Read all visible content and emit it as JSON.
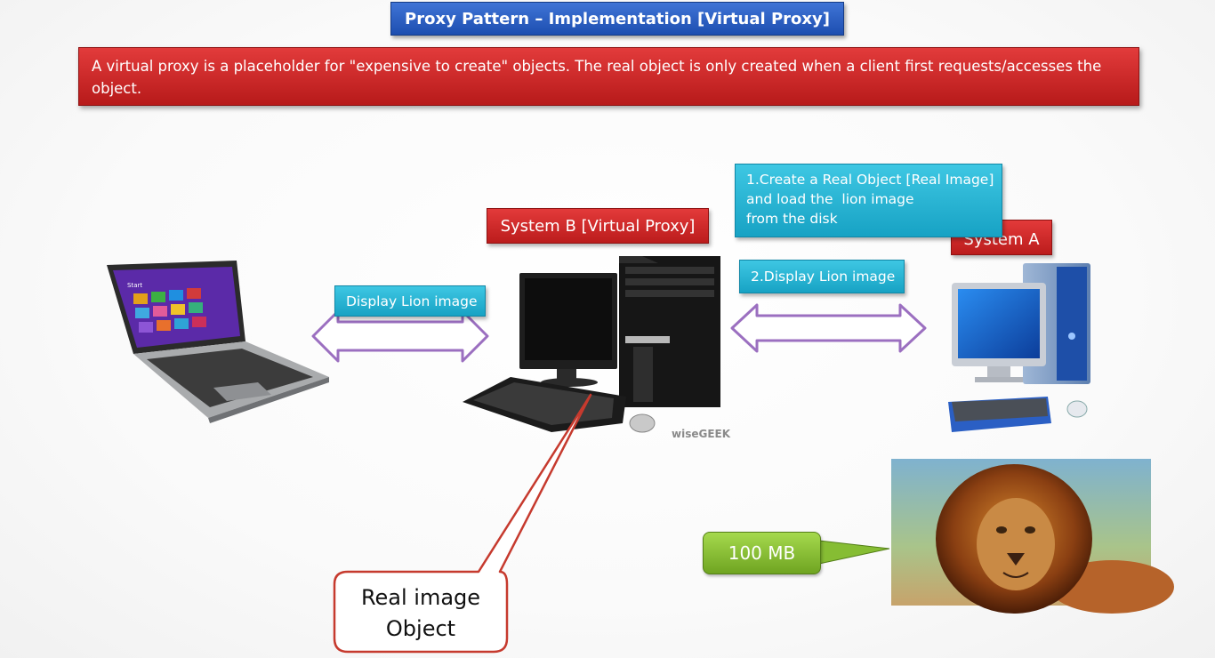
{
  "title": "Proxy Pattern – Implementation [Virtual Proxy]",
  "description": "A virtual proxy is a placeholder for \"expensive to create\" objects. The real object is only created when a client first requests/accesses the object.",
  "system_b_label": "System B [Virtual Proxy]",
  "system_a_label": "System A",
  "step1": {
    "line1": "1.Create a Real Object [Real Image]",
    "line2": "and load the  lion image",
    "line3": "from the disk"
  },
  "step2": "2.Display Lion image",
  "display_label": "Display Lion image",
  "size_label": "100 MB",
  "callout": {
    "line1": "Real image",
    "line2": "Object"
  },
  "watermark": "wiseGEEK",
  "laptop_screen_text": "Start",
  "colors": {
    "title_blue": "#2a5cc4",
    "red": "#cf2a2a",
    "cyan": "#23b2d3",
    "green": "#86bd33",
    "arrow_purple": "#9b6fc0"
  }
}
